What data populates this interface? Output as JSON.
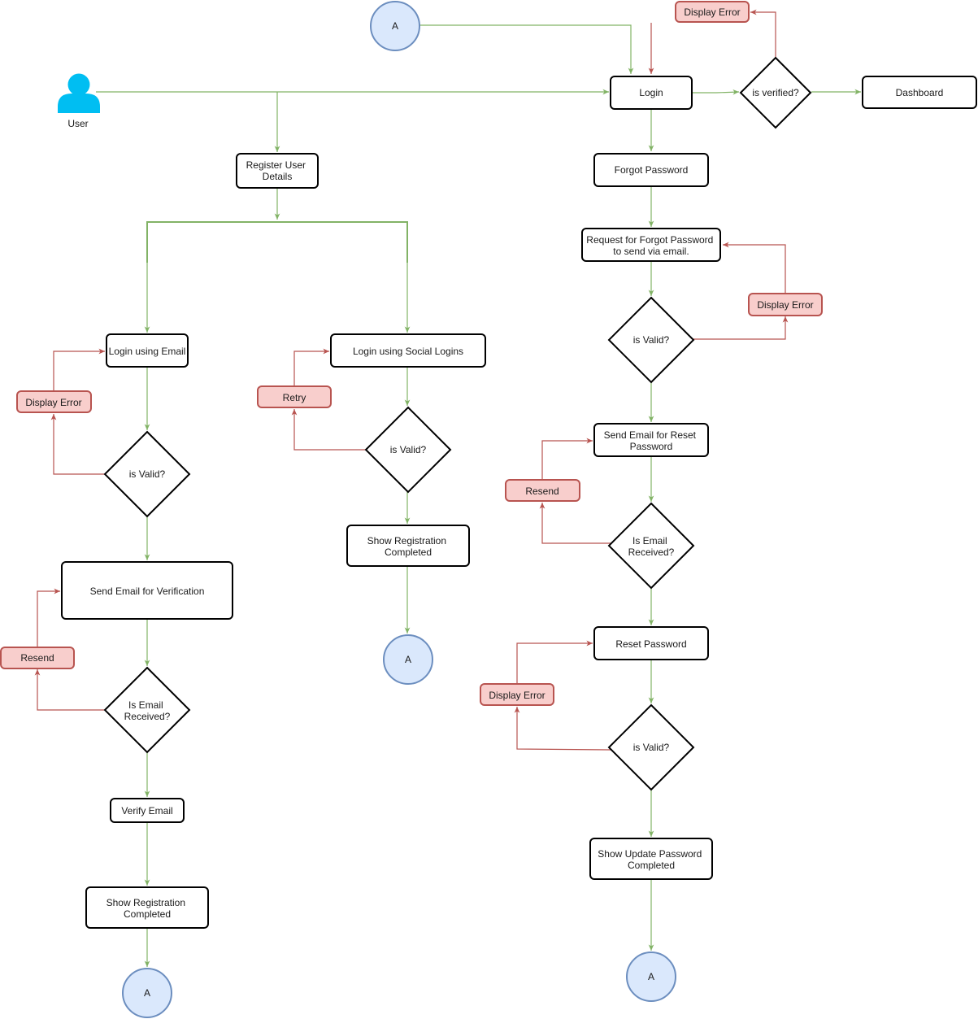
{
  "user": {
    "label": "User",
    "icon": "user-icon",
    "color": "#00bef2"
  },
  "connector": "A",
  "register": {
    "details": "Register User\nDetails"
  },
  "email_flow": {
    "login": "Login using Email",
    "display_error": "Display Error",
    "valid": "is Valid?",
    "send_verification": "Send Email for Verification",
    "resend": "Resend",
    "received": "Is Email\nReceived?",
    "verify": "Verify Email",
    "completed": "Show Registration\nCompleted"
  },
  "social_flow": {
    "login": "Login using Social Logins",
    "retry": "Retry",
    "valid": "is Valid?",
    "completed": "Show Registration\nCompleted"
  },
  "login_flow": {
    "login": "Login",
    "verified": "is verified?",
    "display_error": "Display Error",
    "dashboard": "Dashboard"
  },
  "password_flow": {
    "forgot": "Forgot Password",
    "request": "Request for Forgot Password\nto send via email.",
    "valid": "is Valid?",
    "display_error": "Display Error",
    "send_reset": "Send Email for Reset\nPassword",
    "resend": "Resend",
    "received": "Is Email\nReceived?",
    "reset": "Reset Password",
    "valid2": "is Valid?",
    "display_error2": "Display Error",
    "completed": "Show Update Password\nCompleted"
  },
  "colors": {
    "flow_line": "#82b366",
    "error_line": "#b85450",
    "error_fill": "#f8cecc",
    "connector_fill": "#dae8fc",
    "connector_stroke": "#6c8ebf"
  }
}
